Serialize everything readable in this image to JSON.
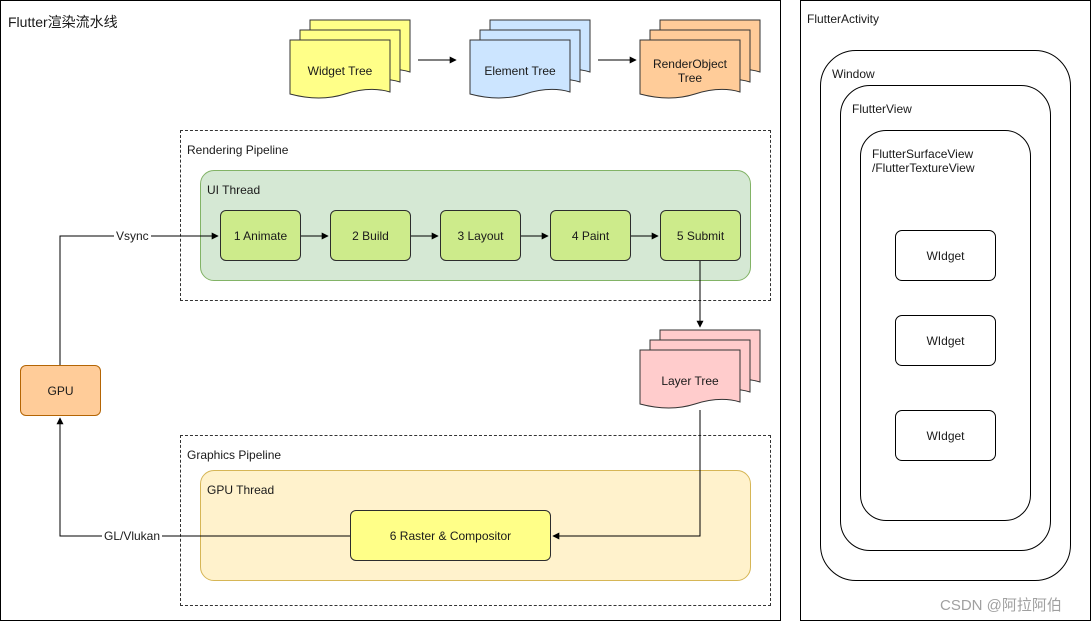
{
  "left_panel": {
    "title": "Flutter渲染流水线",
    "trees": [
      {
        "label": "Widget Tree",
        "fill": "#ffff88"
      },
      {
        "label": "Element Tree",
        "fill": "#cce5ff"
      },
      {
        "label": "RenderObject Tree",
        "fill": "#ffcc99"
      }
    ],
    "rendering_pipeline": {
      "label": "Rendering Pipeline",
      "thread_label": "UI Thread",
      "thread_fill": "#d5e8d4",
      "step_fill": "#cdeb8b",
      "steps": [
        "1 Animate",
        "2 Build",
        "3 Layout",
        "4 Paint",
        "5 Submit"
      ]
    },
    "layer_tree": {
      "label": "Layer Tree",
      "fill": "#ffcccc"
    },
    "graphics_pipeline": {
      "label": "Graphics Pipeline",
      "thread_label": "GPU Thread",
      "thread_fill": "#fff2cc",
      "step_label": "6 Raster & Compositor",
      "step_fill": "#ffff88"
    },
    "gpu": {
      "label": "GPU",
      "fill": "#ffcc99"
    },
    "edge_labels": {
      "vsync": "Vsync",
      "gl_vulkan": "GL/Vlukan"
    }
  },
  "right_panel": {
    "title": "FlutterActivity",
    "window": "Window",
    "flutter_view": "FlutterView",
    "surface_view_line1": "FlutterSurfaceView",
    "surface_view_line2": "/FlutterTextureView",
    "widgets": [
      "WIdget",
      "WIdget",
      "WIdget"
    ]
  },
  "watermark": "CSDN @阿拉阿伯"
}
